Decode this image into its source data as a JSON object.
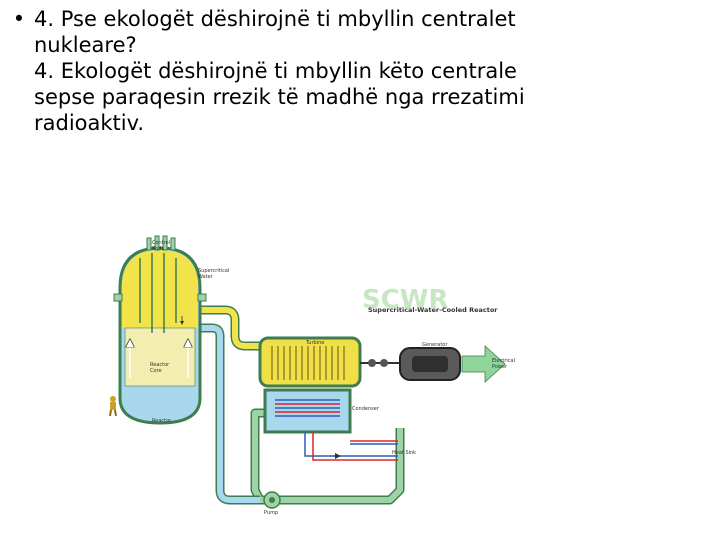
{
  "slide": {
    "bullet": "•",
    "lines": [
      "4. Pse ekologët dëshirojnë ti mbyllin centralet",
      "nukleare?",
      "4. Ekologët dëshirojnë ti mbyllin këto centrale",
      "sepse paraqesin rrezik të madhë nga rrezatimi",
      "radioaktiv."
    ]
  },
  "diagram": {
    "logo_text": "SCWR",
    "subtitle": "Supercritical-Water-Cooled Reactor",
    "labels": {
      "control_rods": "Control\nRods",
      "supercritical_water": "Supercritical\nWater",
      "reactor_core": "Reactor\nCore",
      "reactor": "Reactor",
      "turbine": "Turbine",
      "generator": "Generator",
      "electrical_power": "Electrical\nPower",
      "condenser": "Condenser",
      "heat_sink": "Heat Sink",
      "pump": "Pump"
    },
    "colors": {
      "hot_water": "#f2e34a",
      "cool_water": "#a9d8ee",
      "pipe_green": "#9ed3a5",
      "pipe_outline": "#3f7c4f",
      "turbine": "#f0df46",
      "generator": "#5a5a5a",
      "arrow_green": "#8fd49a",
      "heat_sink_red": "#d9262d",
      "heat_sink_blue": "#2b5fb6"
    }
  }
}
